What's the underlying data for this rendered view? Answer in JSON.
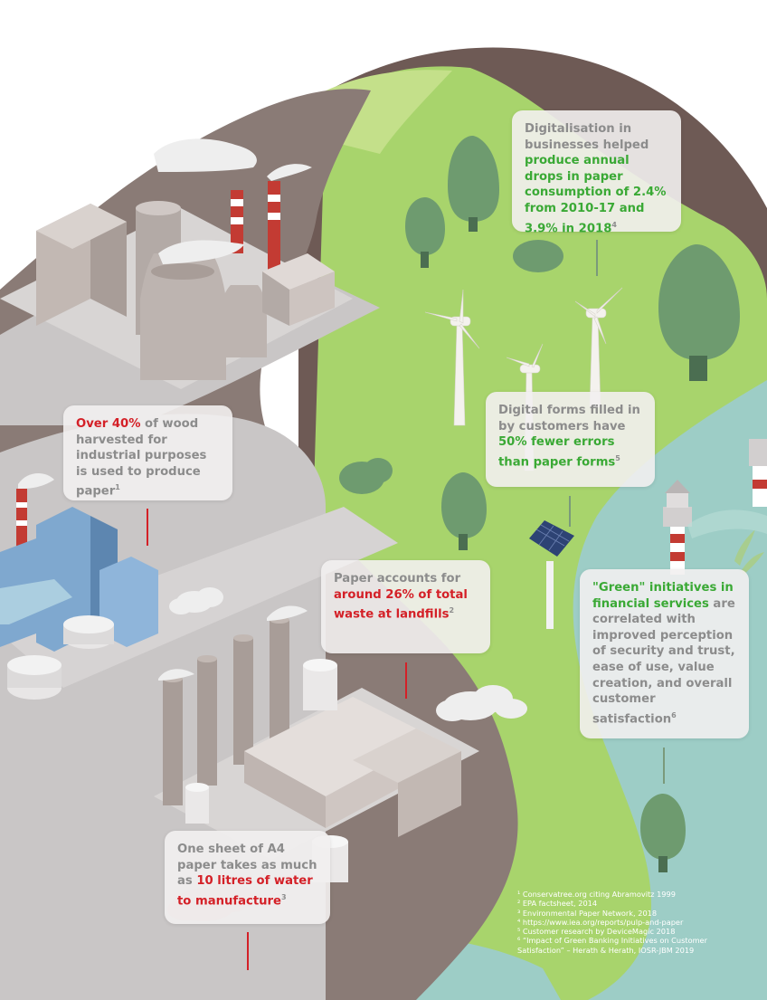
{
  "callouts": {
    "digital": {
      "plain1": "Digitalisation in businesses helped ",
      "green1": "produce annual drops in paper consumption of 2.4% from 2010-17 and 3.9% in 2018",
      "sup": "4"
    },
    "forms": {
      "plain1": "Digital forms filled in by customers have ",
      "green1": "50% fewer errors than paper forms",
      "sup": "5"
    },
    "wood": {
      "red1": "Over 40%",
      "plain1": " of wood harvested for industrial purposes is used to produce paper",
      "sup": "1"
    },
    "landfill": {
      "plain1": "Paper accounts for ",
      "red1": "around 26% of total waste at landfills",
      "sup": "2"
    },
    "green": {
      "green1": "\"Green\" initiatives in financial services",
      "plain1": " are correlated with improved perception of security and trust, ease of use, value creation, and overall customer satisfaction",
      "sup": "6"
    },
    "water": {
      "plain1": "One sheet of A4 paper takes as much as ",
      "red1": "10 litres of water to manufacture",
      "sup": "3"
    }
  },
  "footnotes": [
    "¹ Conservatree.org citing Abramovitz 1999",
    "² EPA factsheet, 2014",
    "³ Environmental Paper Network, 2018",
    "⁴ https://www.iea.org/reports/pulp-and-paper",
    "⁵ Customer research by DeviceMagic 2018",
    "⁶ “Impact of Green Banking Initiatives on Customer",
    "Satisfaction” – Herath & Herath, IOSR-JBM 2019"
  ],
  "colors": {
    "accent_red": "#d42027",
    "accent_green": "#3aa935",
    "land_green": "#a8d46c",
    "water": "#9dcdc6",
    "road": "#8a7b76"
  }
}
